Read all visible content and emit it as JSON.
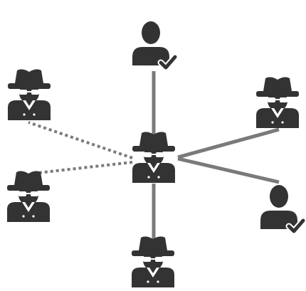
{
  "colors": {
    "background": "#ffffff",
    "icon": "#333333",
    "edge": "#7a7a7a"
  },
  "nodes": [
    {
      "id": "center",
      "icon": "spy-icon"
    },
    {
      "id": "top",
      "icon": "verified-user-icon"
    },
    {
      "id": "upper-left",
      "icon": "spy-icon"
    },
    {
      "id": "lower-left",
      "icon": "spy-icon"
    },
    {
      "id": "upper-right",
      "icon": "spy-icon"
    },
    {
      "id": "lower-right",
      "icon": "verified-user-icon"
    },
    {
      "id": "bottom",
      "icon": "spy-icon"
    }
  ],
  "edges": [
    {
      "from": "center",
      "to": "top",
      "style": "solid"
    },
    {
      "from": "center",
      "to": "upper-left",
      "style": "dotted"
    },
    {
      "from": "center",
      "to": "lower-left",
      "style": "dotted"
    },
    {
      "from": "center",
      "to": "upper-right",
      "style": "solid"
    },
    {
      "from": "center",
      "to": "lower-right",
      "style": "solid"
    },
    {
      "from": "center",
      "to": "bottom",
      "style": "solid"
    }
  ]
}
